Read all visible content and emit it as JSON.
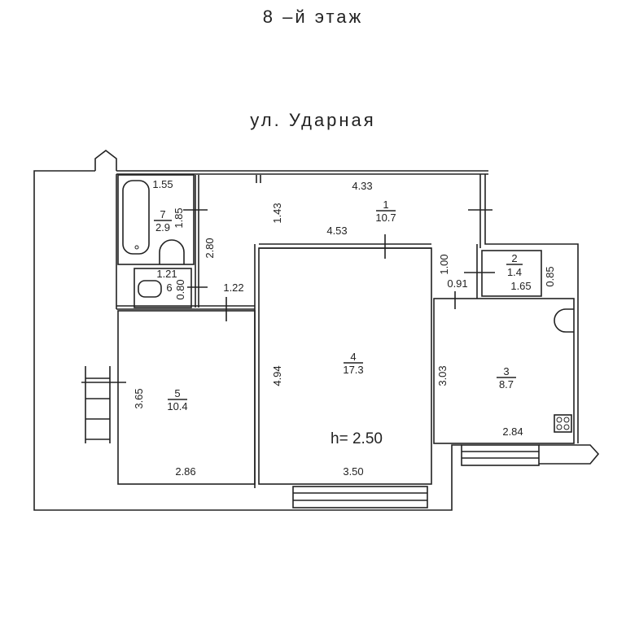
{
  "floor_label": "8   –й этаж",
  "street_label": "ул.  Ударная",
  "ceiling_height": "h= 2.50",
  "rooms": [
    {
      "number": "1",
      "area": "10.7"
    },
    {
      "number": "2",
      "area": "1.4"
    },
    {
      "number": "3",
      "area": "8.7"
    },
    {
      "number": "4",
      "area": "17.3"
    },
    {
      "number": "5",
      "area": "10.4"
    },
    {
      "number": "6",
      "area": ""
    },
    {
      "number": "7",
      "area": "2.9"
    }
  ],
  "dimensions": {
    "bath_width": "1.55",
    "bath_height": "1.85",
    "wc_width": "1.21",
    "wc_height": "0.80",
    "hall_top": "4.33",
    "hall_height": "1.43",
    "hall_mid": "4.53",
    "hall_left": "2.80",
    "hall_door": "1.22",
    "room2_width": "1.65",
    "room2_height": "0.85",
    "passage_height": "1.00",
    "passage_width": "0.91",
    "room3_height": "3.03",
    "room3_width": "2.84",
    "room4_height": "4.94",
    "room4_width": "3.50",
    "room5_height": "3.65",
    "room5_width": "2.86"
  }
}
